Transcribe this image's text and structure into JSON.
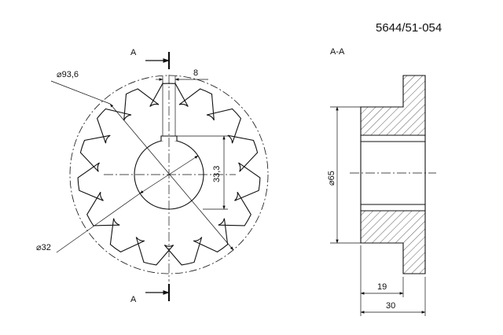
{
  "part_number": "5644/51-054",
  "section_label": "A-A",
  "front_view": {
    "section_mark_top": "A",
    "section_mark_bottom": "A",
    "dim_outer": "⌀93,6",
    "dim_key_width": "8",
    "dim_key_depth": "33,3",
    "dim_bore": "⌀32"
  },
  "section_view": {
    "dim_hub_diameter": "⌀65",
    "dim_plate_width": "19",
    "dim_overall_width": "30"
  },
  "colors": {
    "line": "#111111",
    "hatch": "#333333",
    "background": "#ffffff"
  }
}
